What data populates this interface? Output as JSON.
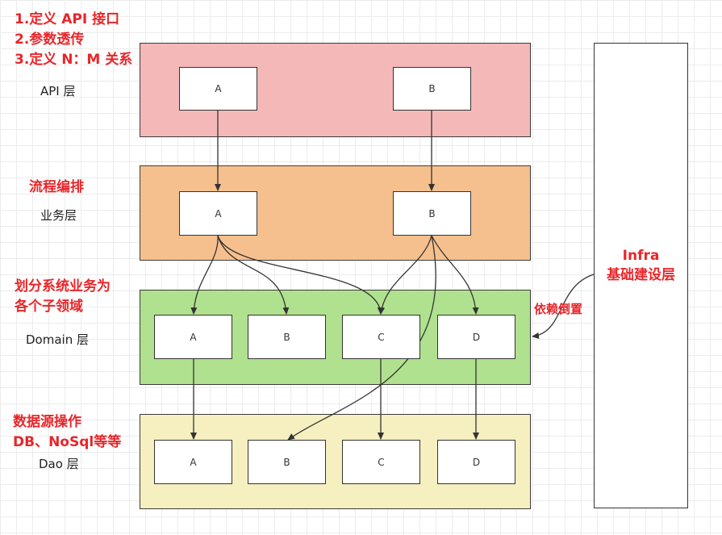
{
  "notes": {
    "api": [
      "1.定义 API 接口",
      "2.参数透传",
      "3.定义 N：M 关系"
    ],
    "biz": [
      "流程编排"
    ],
    "domain": [
      "划分系统业务为",
      "各个子领域"
    ],
    "dao": [
      "数据源操作",
      "DB、NoSql等等"
    ]
  },
  "layers": {
    "api": {
      "label": "API 层",
      "color": "#f5b8b8",
      "boxes": [
        "A",
        "B"
      ]
    },
    "biz": {
      "label": "业务层",
      "color": "#f5c08e",
      "boxes": [
        "A",
        "B"
      ]
    },
    "domain": {
      "label": "Domain 层",
      "color": "#b0e18e",
      "boxes": [
        "A",
        "B",
        "C",
        "D"
      ]
    },
    "dao": {
      "label": "Dao 层",
      "color": "#f6efc0",
      "boxes": [
        "A",
        "B",
        "C",
        "D"
      ]
    }
  },
  "infra": {
    "line1": "Infra",
    "line2": "基础建设层"
  },
  "dependency_inversion_label": "依赖倒置"
}
